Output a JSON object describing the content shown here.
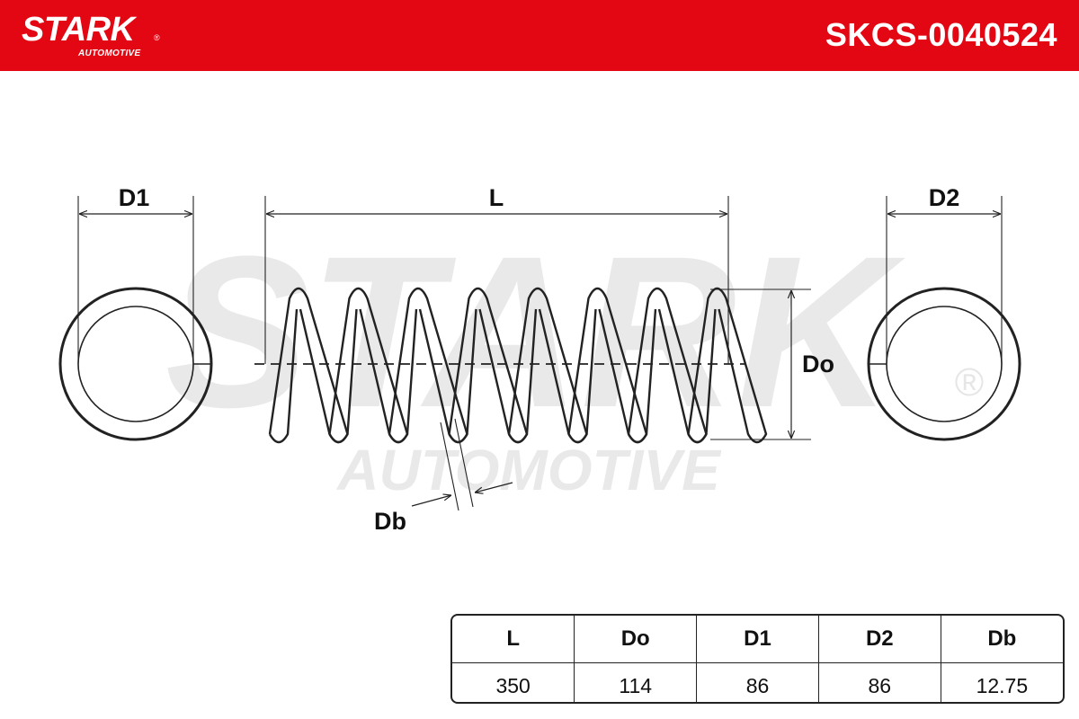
{
  "header": {
    "brand": "STARK",
    "brand_sub": "AUTOMOTIVE",
    "registered_mark": "®",
    "part_number": "SKCS-0040524",
    "color": "#e30613"
  },
  "watermark": {
    "line1": "STARK",
    "line2": "AUTOMOTIVE",
    "mark": "®"
  },
  "diagram": {
    "labels": {
      "d1": "D1",
      "l": "L",
      "d2": "D2",
      "do": "Do",
      "db": "Db"
    },
    "coil_count": 8
  },
  "spec_table": {
    "headers": [
      "L",
      "Do",
      "D1",
      "D2",
      "Db"
    ],
    "values": [
      "350",
      "114",
      "86",
      "86",
      "12.75"
    ]
  }
}
